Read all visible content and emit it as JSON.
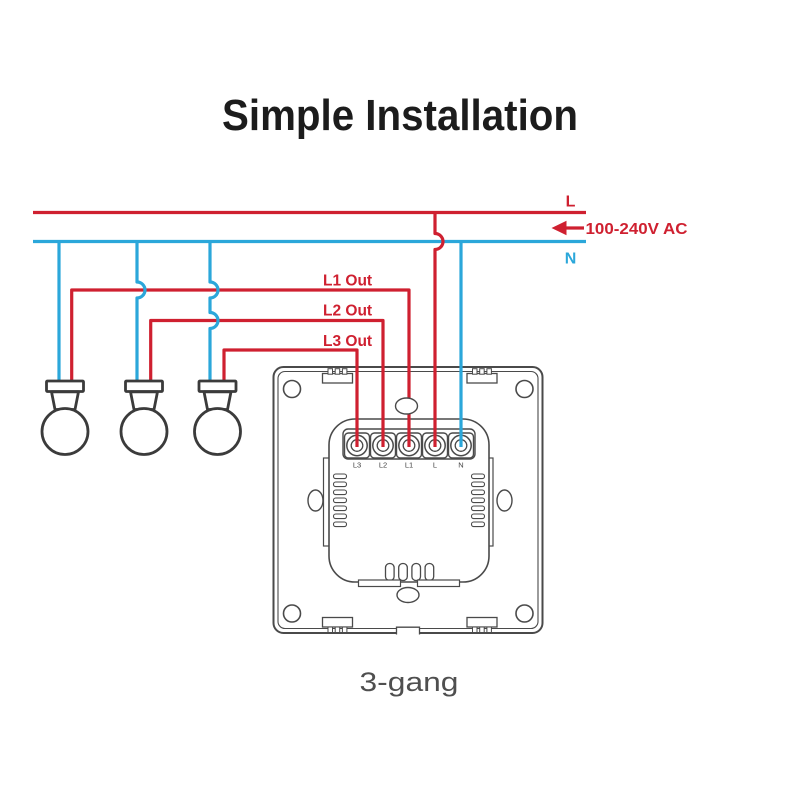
{
  "title": "Simple Installation",
  "supply": {
    "live_label": "L",
    "neutral_label": "N",
    "voltage_label": "100-240V AC"
  },
  "outputs": {
    "l1_label": "L1 Out",
    "l2_label": "L2 Out",
    "l3_label": "L3 Out"
  },
  "device": {
    "terminals": [
      "L3",
      "L2",
      "L1",
      "L",
      "N"
    ],
    "caption": "3-gang"
  },
  "colors": {
    "live": "#cf2030",
    "neutral": "#2ba7da",
    "lamp_outline": "#3b3b3b",
    "device_outline": "#4a4a4a",
    "title_text": "#1c1c1c",
    "caption_text": "#4f4f4f",
    "terminal_label_text": "#3f3f3f"
  }
}
